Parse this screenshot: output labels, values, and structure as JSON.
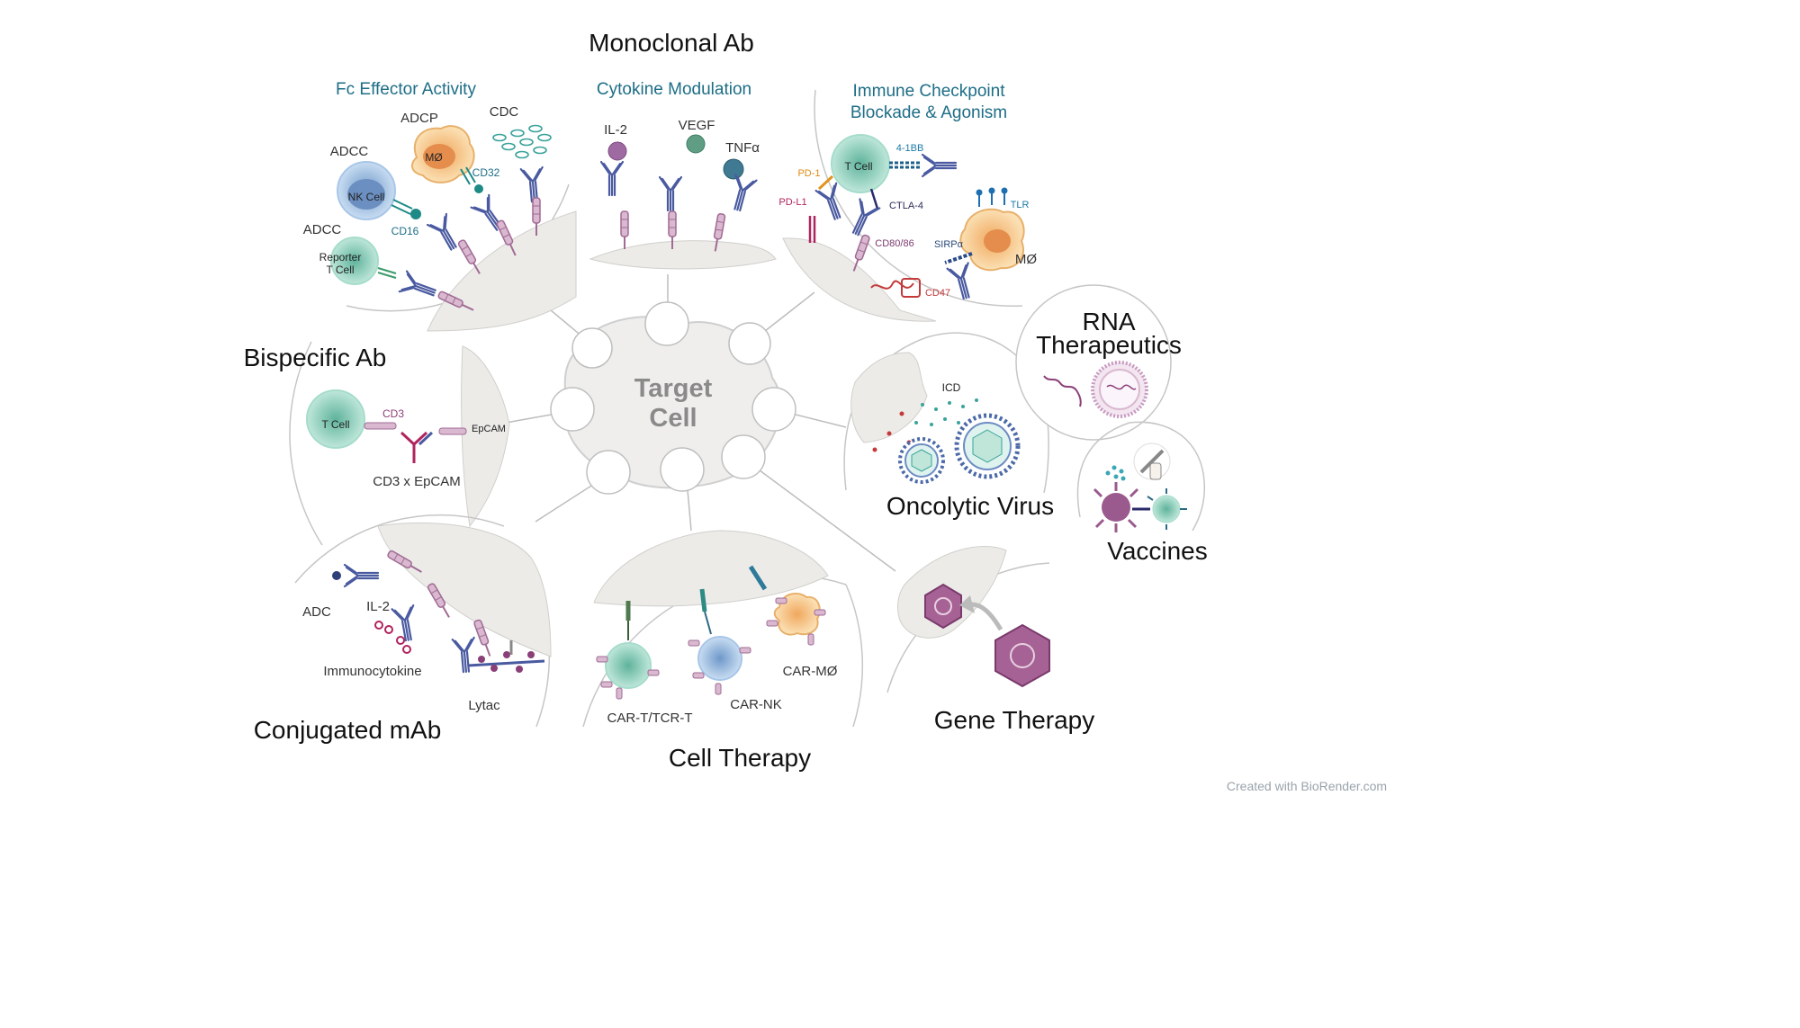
{
  "center": {
    "line1": "Target",
    "line2": "Cell"
  },
  "sections": {
    "monoclonal": {
      "title": "Monoclonal Ab",
      "fc": {
        "title": "Fc Effector Activity",
        "adcp": "ADCP",
        "cdc": "CDC",
        "adcc1": "ADCC",
        "adcc2": "ADCC",
        "mo": "MØ",
        "cd32": "CD32",
        "nk": "NK Cell",
        "cd16": "CD16",
        "reporter1": "Reporter",
        "reporter2": "T Cell"
      },
      "cytokine": {
        "title": "Cytokine Modulation",
        "il2": "IL-2",
        "vegf": "VEGF",
        "tnfa": "TNFα"
      },
      "checkpoint": {
        "title1": "Immune Checkpoint",
        "title2": "Blockade & Agonism",
        "tcell": "T Cell",
        "fourbb": "4-1BB",
        "pd1": "PD-1",
        "pdl1": "PD-L1",
        "ctla4": "CTLA-4",
        "cd8086": "CD80/86",
        "tlr": "TLR",
        "sirpa": "SIRPα",
        "mo": "MØ",
        "cd47": "CD47"
      }
    },
    "bispecific": {
      "title": "Bispecific Ab",
      "tcell": "T Cell",
      "cd3": "CD3",
      "epcam": "EpCAM",
      "caption": "CD3 x EpCAM"
    },
    "conjugated": {
      "title": "Conjugated mAb",
      "adc": "ADC",
      "il2": "IL-2",
      "immunocytokine": "Immunocytokine",
      "lytac": "Lytac"
    },
    "cell_therapy": {
      "title": "Cell Therapy",
      "cart": "CAR-T/TCR-T",
      "carnk": "CAR-NK",
      "carmo": "CAR-MØ"
    },
    "gene_therapy": {
      "title": "Gene Therapy"
    },
    "oncolytic": {
      "title": "Oncolytic Virus",
      "icd": "ICD"
    },
    "rna": {
      "title1": "RNA",
      "title2": "Therapeutics"
    },
    "vaccines": {
      "title": "Vaccines"
    }
  },
  "credit": "Created with BioRender.com",
  "colors": {
    "line": "#bdbdbd",
    "membrane": "#ecebe8",
    "antibody": "#4a5aa0",
    "receptor": "#a06b94",
    "tcell": "#7fc8b2",
    "nk": "#8fb7e0",
    "macrophage": "#f4c27e",
    "virus": "#4d6aa8",
    "viral_capsid": "#8b3f78",
    "teal_text": "#1d6d86"
  }
}
